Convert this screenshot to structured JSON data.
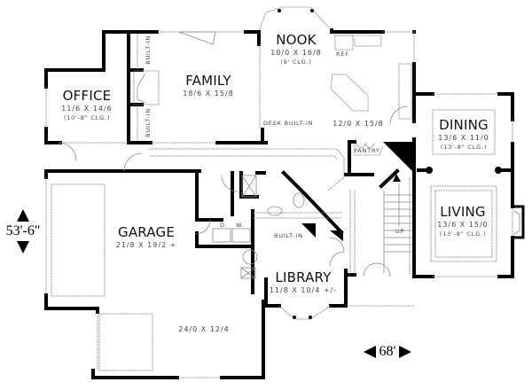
{
  "plan": {
    "type": "floor-plan",
    "overall_dimensions": {
      "depth": "53'-6\"",
      "width": "68'"
    },
    "rooms": [
      {
        "id": "office",
        "name": "OFFICE",
        "dimensions": "11/6 X 14/6",
        "ceiling": "(10'-8\" CLG.)"
      },
      {
        "id": "family",
        "name": "FAMILY",
        "dimensions": "18/6 X 15/8",
        "ceiling": ""
      },
      {
        "id": "nook",
        "name": "NOOK",
        "dimensions": "10/0 X 16/8",
        "ceiling": "(9' CLG.)"
      },
      {
        "id": "kitchen",
        "name": "",
        "dimensions": "12/0 X 15/8",
        "ceiling": ""
      },
      {
        "id": "dining",
        "name": "DINING",
        "dimensions": "13/6 X 11/0",
        "ceiling": "(13'-8\" CLG.)"
      },
      {
        "id": "living",
        "name": "LIVING",
        "dimensions": "13/6 X 15/0",
        "ceiling": "(13'-8\" CLG.)"
      },
      {
        "id": "garage",
        "name": "GARAGE",
        "dimensions": "21/8 X 19/2 +",
        "ceiling": ""
      },
      {
        "id": "garage-bay",
        "name": "",
        "dimensions": "24/0 X 12/4",
        "ceiling": ""
      },
      {
        "id": "library",
        "name": "LIBRARY",
        "dimensions": "11/8 X 10/4 +/-",
        "ceiling": ""
      }
    ],
    "notes": {
      "built_in_top": "BUILT-IN",
      "built_in_bottom": "BUILT-IN",
      "desk_built_in": "DESK BUILT-IN",
      "ref": "REF.",
      "pantry": "PANTRY",
      "built_in_hall": "BUILT-IN",
      "up": "UP",
      "dryer": "D.",
      "washer": "W."
    }
  }
}
